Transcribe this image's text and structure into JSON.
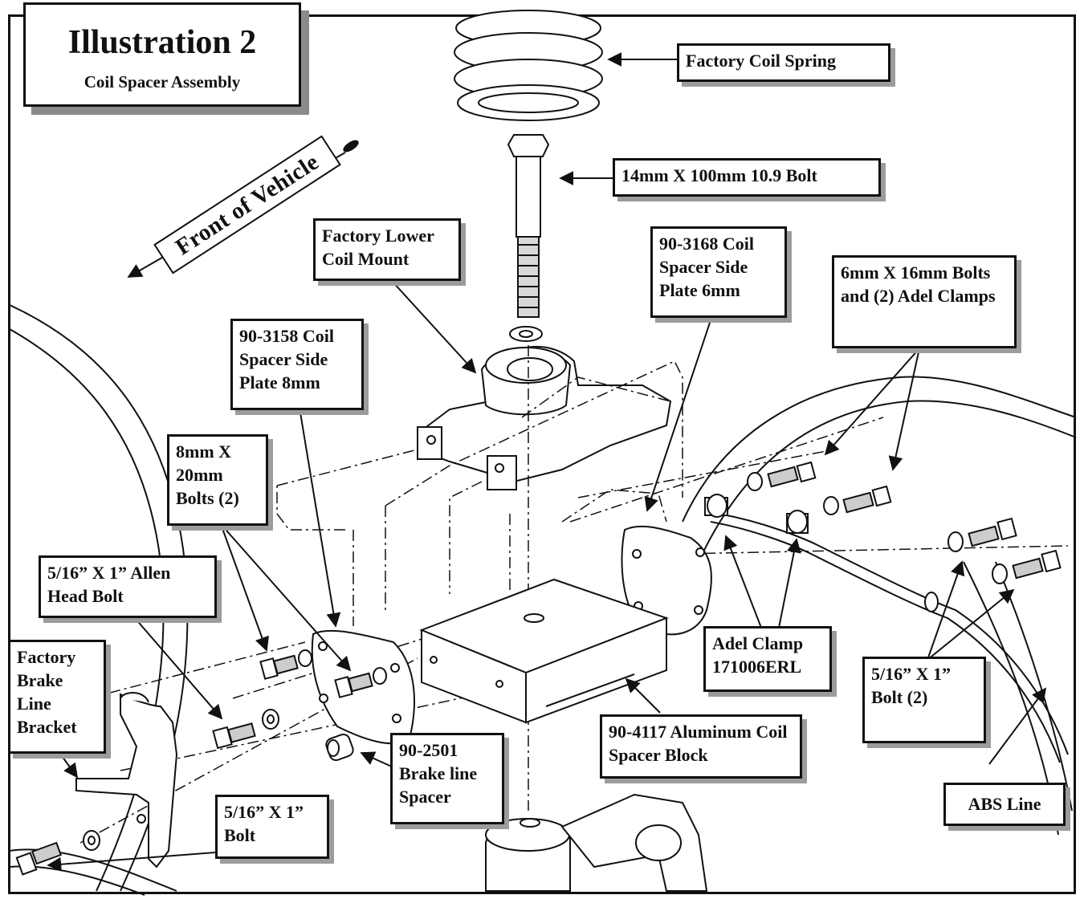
{
  "title": {
    "main": "Illustration 2",
    "sub": "Coil Spacer Assembly"
  },
  "direction": {
    "label": "Front of Vehicle"
  },
  "labels": {
    "factory_coil_spring": "Factory Coil Spring",
    "bolt_14mm": "14mm X 100mm 10.9 Bolt",
    "factory_lower_coil_mount": "Factory Lower Coil Mount",
    "side_plate_6mm": "90-3168 Coil Spacer Side Plate 6mm",
    "bolts_6mm_adel": "6mm X 16mm Bolts and (2) Adel Clamps",
    "side_plate_8mm": "90-3158 Coil Spacer Side Plate 8mm",
    "bolts_8mm": "8mm X 20mm Bolts (2)",
    "allen_head_bolt": "5/16” X 1” Allen Head Bolt",
    "factory_brake_line_bracket": "Factory Brake Line Bracket",
    "adel_clamp": "Adel Clamp 171006ERL",
    "bolt_5_16_2": "5/16” X 1” Bolt (2)",
    "aluminum_block": "90-4117 Aluminum Coil Spacer Block",
    "brake_line_spacer": "90-2501 Brake line Spacer",
    "bolt_5_16": "5/16” X 1” Bolt",
    "abs_line": "ABS Line"
  },
  "colors": {
    "ink": "#111111",
    "shadow": "#8a8a8a",
    "paper": "#ffffff"
  }
}
